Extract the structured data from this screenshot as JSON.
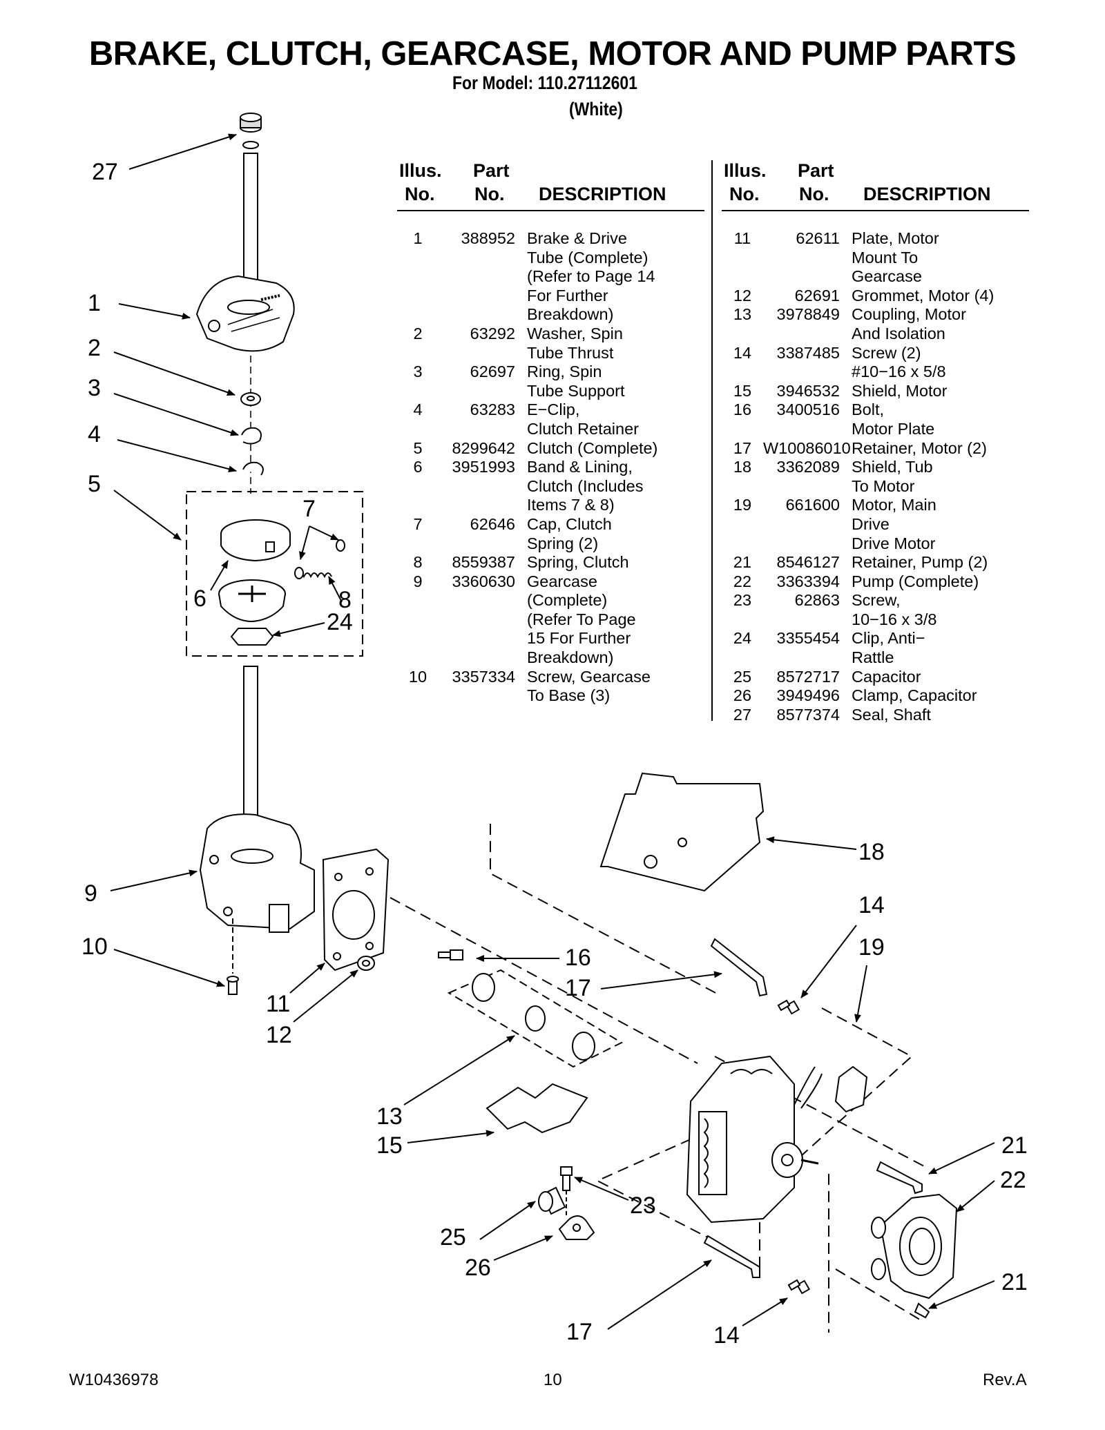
{
  "header": {
    "title": "BRAKE, CLUTCH, GEARCASE, MOTOR AND PUMP PARTS",
    "model_line": "For Model: 110.27112601",
    "color_line": "(White)"
  },
  "table_headers": {
    "illus_top": "Illus.",
    "illus_bottom": "No.",
    "part_top": "Part",
    "part_bottom": "No.",
    "description": "DESCRIPTION"
  },
  "parts_left": [
    {
      "illus": "1",
      "part": "388952",
      "desc": [
        "Brake & Drive",
        "Tube (Complete)",
        "(Refer to Page 14",
        "For Further",
        "Breakdown)"
      ]
    },
    {
      "illus": "2",
      "part": "63292",
      "desc": [
        "Washer, Spin",
        "Tube Thrust"
      ]
    },
    {
      "illus": "3",
      "part": "62697",
      "desc": [
        "Ring, Spin",
        "Tube Support"
      ]
    },
    {
      "illus": "4",
      "part": "63283",
      "desc": [
        "E−Clip,",
        "Clutch Retainer"
      ]
    },
    {
      "illus": "5",
      "part": "8299642",
      "desc": [
        "Clutch (Complete)"
      ]
    },
    {
      "illus": "6",
      "part": "3951993",
      "desc": [
        "Band & Lining,",
        "Clutch (Includes",
        "Items 7 & 8)"
      ]
    },
    {
      "illus": "7",
      "part": "62646",
      "desc": [
        "Cap, Clutch",
        "Spring (2)"
      ]
    },
    {
      "illus": "8",
      "part": "8559387",
      "desc": [
        "Spring, Clutch"
      ]
    },
    {
      "illus": "9",
      "part": "3360630",
      "desc": [
        "Gearcase",
        "(Complete)",
        "(Refer To Page",
        "15 For Further",
        "Breakdown)"
      ]
    },
    {
      "illus": "10",
      "part": "3357334",
      "desc": [
        "Screw, Gearcase",
        "To Base (3)"
      ]
    }
  ],
  "parts_right": [
    {
      "illus": "11",
      "part": "62611",
      "desc": [
        "Plate, Motor",
        "Mount To",
        "Gearcase"
      ]
    },
    {
      "illus": "12",
      "part": "62691",
      "desc": [
        "Grommet, Motor (4)"
      ]
    },
    {
      "illus": "13",
      "part": "3978849",
      "desc": [
        "Coupling, Motor",
        "And Isolation"
      ]
    },
    {
      "illus": "14",
      "part": "3387485",
      "desc": [
        "Screw (2)",
        "#10−16 x 5/8"
      ]
    },
    {
      "illus": "15",
      "part": "3946532",
      "desc": [
        "Shield, Motor"
      ]
    },
    {
      "illus": "16",
      "part": "3400516",
      "desc": [
        "Bolt,",
        "Motor Plate"
      ]
    },
    {
      "illus": "17",
      "part": "W10086010",
      "desc": [
        "Retainer, Motor (2)"
      ]
    },
    {
      "illus": "18",
      "part": "3362089",
      "desc": [
        "Shield, Tub",
        "To Motor"
      ]
    },
    {
      "illus": "19",
      "part": "661600",
      "desc": [
        "Motor, Main",
        "Drive",
        "Drive Motor"
      ]
    },
    {
      "illus": "21",
      "part": "8546127",
      "desc": [
        "Retainer, Pump (2)"
      ]
    },
    {
      "illus": "22",
      "part": "3363394",
      "desc": [
        "Pump (Complete)"
      ]
    },
    {
      "illus": "23",
      "part": "62863",
      "desc": [
        "Screw,",
        "10−16 x 3/8"
      ]
    },
    {
      "illus": "24",
      "part": "3355454",
      "desc": [
        "Clip, Anti−",
        "Rattle"
      ]
    },
    {
      "illus": "25",
      "part": "8572717",
      "desc": [
        "Capacitor"
      ]
    },
    {
      "illus": "26",
      "part": "3949496",
      "desc": [
        "Clamp, Capacitor"
      ]
    },
    {
      "illus": "27",
      "part": "8577374",
      "desc": [
        "Seal, Shaft"
      ]
    }
  ],
  "callouts": {
    "c27": "27",
    "c1": "1",
    "c2": "2",
    "c3": "3",
    "c4": "4",
    "c5": "5",
    "c7": "7",
    "c6": "6",
    "c8": "8",
    "c24": "24",
    "c9": "9",
    "c10": "10",
    "c11": "11",
    "c12": "12",
    "c16": "16",
    "c17a": "17",
    "c18": "18",
    "c14a": "14",
    "c19": "19",
    "c13": "13",
    "c15": "15",
    "c23": "23",
    "c25": "25",
    "c26": "26",
    "c21a": "21",
    "c22": "22",
    "c21b": "21",
    "c17b": "17",
    "c14b": "14"
  },
  "footer": {
    "doc_number": "W10436978",
    "page_number": "10",
    "revision": "Rev.A"
  }
}
